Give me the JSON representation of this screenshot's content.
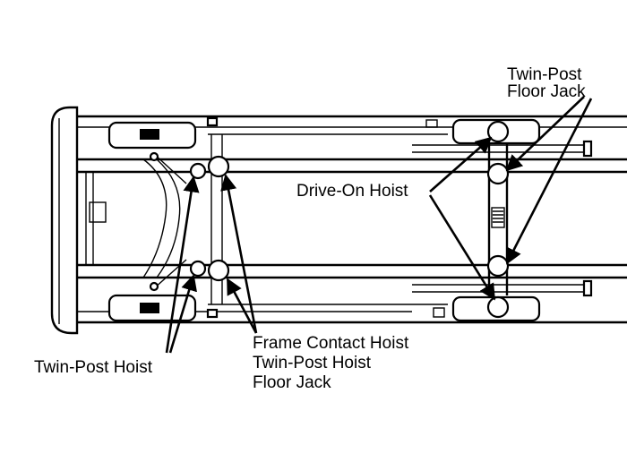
{
  "labels": {
    "twin_post_floor_jack_line1": "Twin-Post",
    "twin_post_floor_jack_line2": "Floor Jack",
    "drive_on_hoist": "Drive-On Hoist",
    "frame_contact_hoist": "Frame Contact Hoist",
    "twin_post_hoist_center": "Twin-Post Hoist",
    "floor_jack": "Floor Jack",
    "twin_post_hoist_left": "Twin-Post Hoist"
  },
  "icons": {
    "lift_point_marker": "circle-icon",
    "arrow": "arrowhead-icon"
  },
  "colors": {
    "line": "#000000",
    "background": "#ffffff"
  }
}
